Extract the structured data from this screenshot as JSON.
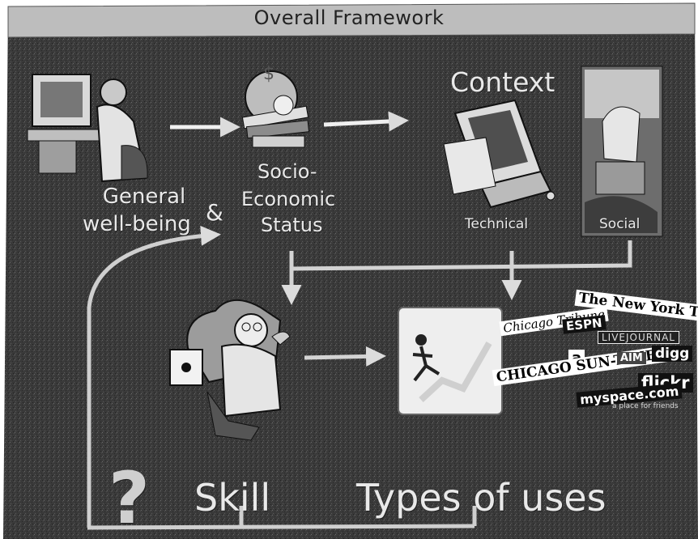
{
  "slide": {
    "title": "Overall Framework",
    "context_label": "Context",
    "general_wellbeing": {
      "line1": "General",
      "line2": "well-being"
    },
    "ampersand": "&",
    "socio_economic_status": {
      "line1": "Socio-",
      "line2": "Economic",
      "line3": "Status"
    },
    "technical_label": "Technical",
    "social_label": "Social",
    "question_mark": "?",
    "skill_label": "Skill",
    "types_of_uses_label": "Types of uses"
  },
  "logos": {
    "nyt": "The New York Times",
    "chicago_tribune": "Chicago Tribune",
    "espn": "ESPN",
    "livejournal": "LIVEJOURNAL",
    "chicago_sun_times": "CHICAGO SUN-TIMES",
    "aim": "AIM",
    "digg": "digg",
    "flickr": "flickr",
    "myspace": "myspace.com",
    "myspace_tagline": "a place for friends",
    "a_letter": "a"
  },
  "icons": [
    "person-at-computer-icon",
    "money-and-books-icon",
    "desktop-computer-icon",
    "social-collage-icon",
    "thinking-man-icon",
    "running-man-chart-icon"
  ],
  "colors": {
    "slide_background": "#3b3b3b",
    "title_bar": "#bdbdbd",
    "text": "#e9e9e9",
    "arrows": "#d9d9d9"
  }
}
